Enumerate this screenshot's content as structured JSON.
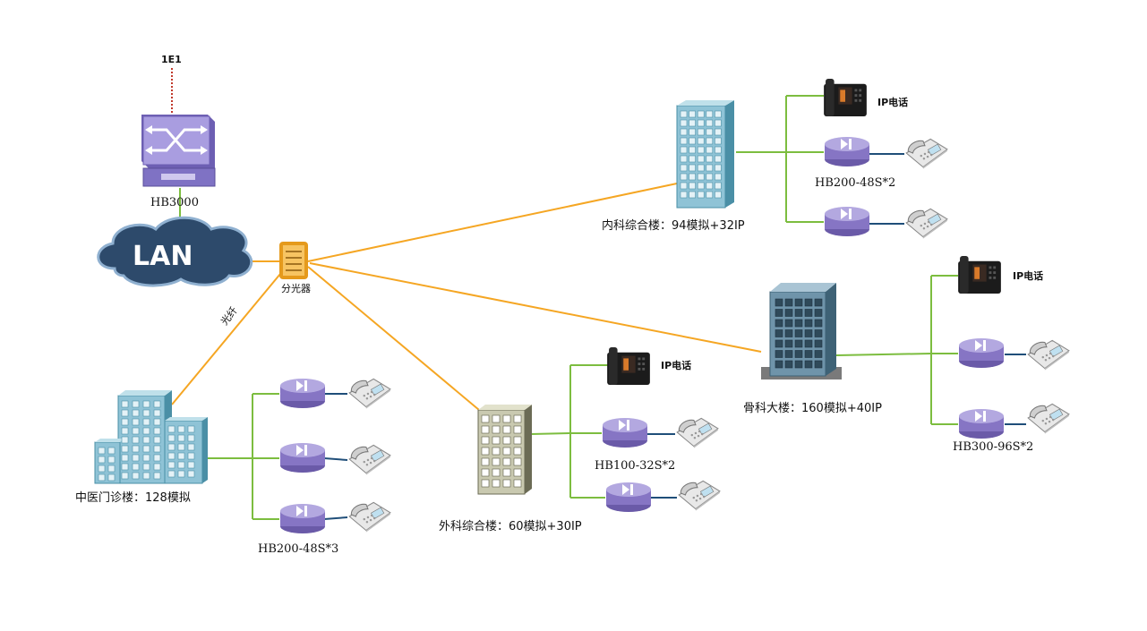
{
  "title_e1": "1E1",
  "core": {
    "pbx_label": "HB3000",
    "lan_label": "LAN",
    "splitter_label": "分光器",
    "fiber_label": "光纤"
  },
  "buildings": {
    "internal": {
      "label": "内科综合楼：94模拟+32IP",
      "ip_phone_label": "IP电话",
      "gateway_label": "HB200-48S*2"
    },
    "ortho": {
      "label": "骨科大楼：160模拟+40IP",
      "ip_phone_label": "IP电话",
      "gateway_label": "HB300-96S*2"
    },
    "surgery": {
      "label": "外科综合楼：60模拟+30IP",
      "ip_phone_label": "IP电话",
      "gateway_label": "HB100-32S*2"
    },
    "tcm": {
      "label": "中医门诊楼：128模拟",
      "gateway_label": "HB200-48S*3"
    }
  },
  "colors": {
    "fiber": "#f5a623",
    "ethernet": "#7cbd3f",
    "phone_line": "#1f4e79",
    "e1_line": "#c0392b"
  }
}
